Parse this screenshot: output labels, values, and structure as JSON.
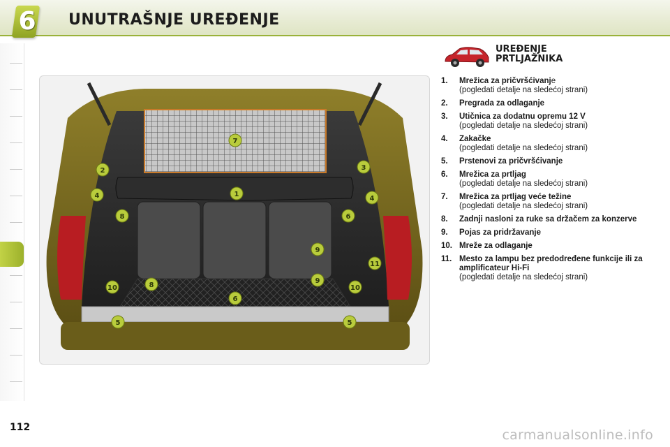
{
  "header": {
    "chapter_number": "6",
    "chapter_title": "UNUTRAŠNJE UREĐENJE"
  },
  "section": {
    "title_line1": "UREĐENJE",
    "title_line2": "PRTLJAŽNIKA",
    "icon": "car-side-icon"
  },
  "items": [
    {
      "num": "1.",
      "title": "Mrežica za pričvršćivanj",
      "title_tail": "e",
      "note": "(pogledati detalje na sledećoj strani)"
    },
    {
      "num": "2.",
      "title": "Pregrada za odlaganje",
      "title_tail": "",
      "note": ""
    },
    {
      "num": "3.",
      "title": "Utičnica za dodatnu opremu 12 V",
      "title_tail": "",
      "note": "(pogledati detalje na sledećoj strani)"
    },
    {
      "num": "4.",
      "title": "Zakačke",
      "title_tail": "",
      "note": "(pogledati detalje na sledećoj strani)"
    },
    {
      "num": "5.",
      "title": "Prstenovi za pričvršćivanje",
      "title_tail": "",
      "note": ""
    },
    {
      "num": "6.",
      "title": "Mrežica za prtljag",
      "title_tail": "",
      "note": "(pogledati detalje na sledećoj strani)"
    },
    {
      "num": "7.",
      "title": "Mrežica za prtljag veće težine",
      "title_tail": "",
      "note": "(pogledati detalje na sledećoj strani)"
    },
    {
      "num": "8.",
      "title": "Zadnji nasloni za ruke sa držačem za konzerve",
      "title_tail": "",
      "note": ""
    },
    {
      "num": "9.",
      "title": "Pojas za pridržavanje",
      "title_tail": "",
      "note": ""
    },
    {
      "num": "10.",
      "title": "Mreže za odlaganje",
      "title_tail": "",
      "note": ""
    },
    {
      "num": "11.",
      "title": "Mesto za lampu bez predodređene funkcije ili za amplificateur Hi-Fi",
      "title_tail": "",
      "note": "(pogledati detalje na sledećoj strani)"
    }
  ],
  "photo_callouts": [
    "1",
    "2",
    "3",
    "4",
    "4",
    "5",
    "5",
    "6",
    "6",
    "7",
    "8",
    "8",
    "9",
    "9",
    "10",
    "10",
    "11"
  ],
  "page_number": "112",
  "watermark": "carmanualsonline.info",
  "colors": {
    "accent_green": "#9ab23a",
    "car_body": "#7a6b1f",
    "callout_fill": "#b9cc3c"
  }
}
